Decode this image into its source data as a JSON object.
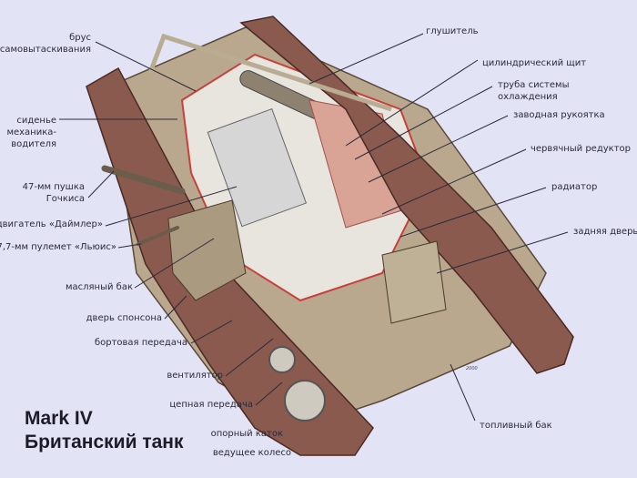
{
  "title": {
    "line1": "Mark IV",
    "line2": "Британский танк"
  },
  "signature": "2000",
  "colors": {
    "background": "#e3e3f6",
    "hull": "#b9a88e",
    "track": "#8a5a4e",
    "cutaway_edge": "#c8403a",
    "leader_line": "#2a2a3a"
  },
  "labels_left": [
    {
      "id": "unditching-beam",
      "lines": [
        "брус",
        "самовытаскивания"
      ]
    },
    {
      "id": "driver-seat",
      "lines": [
        "сиденье",
        "механика-",
        "водителя"
      ]
    },
    {
      "id": "hotchkiss-gun",
      "lines": [
        "47-мм пушка",
        "Гочкиса"
      ]
    },
    {
      "id": "daimler-engine",
      "lines": [
        "двигатель «Даймлер»"
      ]
    },
    {
      "id": "lewis-gun",
      "lines": [
        "7,7-мм пулемет «Льюис»"
      ]
    },
    {
      "id": "oil-tank",
      "lines": [
        "масляный бак"
      ]
    },
    {
      "id": "sponson-door",
      "lines": [
        "дверь спонсона"
      ]
    },
    {
      "id": "side-transmission",
      "lines": [
        "бортовая передача"
      ]
    },
    {
      "id": "fan",
      "lines": [
        "вентилятор"
      ]
    },
    {
      "id": "chain-drive",
      "lines": [
        "цепная передача"
      ]
    },
    {
      "id": "road-wheel",
      "lines": [
        "опорный каток"
      ]
    },
    {
      "id": "drive-wheel",
      "lines": [
        "ведущее колесо"
      ]
    }
  ],
  "labels_right": [
    {
      "id": "muffler",
      "lines": [
        "глушитель"
      ]
    },
    {
      "id": "cylindrical-shield",
      "lines": [
        "цилиндрический щит"
      ]
    },
    {
      "id": "cooling-pipe",
      "lines": [
        "труба системы",
        "охлаждения"
      ]
    },
    {
      "id": "starting-handle",
      "lines": [
        "заводная рукоятка"
      ]
    },
    {
      "id": "worm-gear",
      "lines": [
        "червячный редуктор"
      ]
    },
    {
      "id": "radiator",
      "lines": [
        "радиатор"
      ]
    },
    {
      "id": "rear-door",
      "lines": [
        "задняя дверь"
      ]
    },
    {
      "id": "fuel-tank",
      "lines": [
        "топливный бак"
      ]
    }
  ]
}
